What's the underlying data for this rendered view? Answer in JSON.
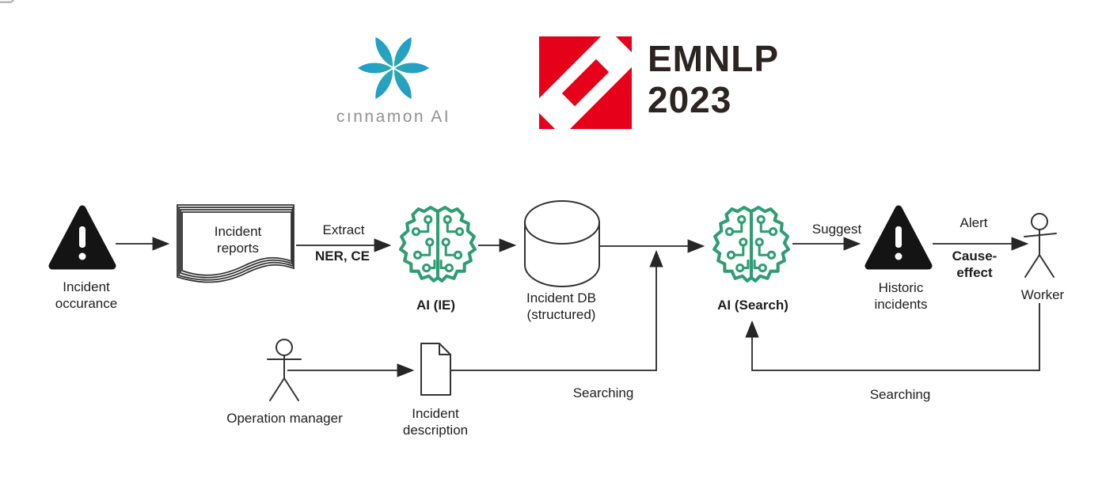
{
  "header": {
    "cinnamon": {
      "wordmark": "cınnamon AI",
      "logo_icon": "flower-logo-icon",
      "logo_color_top": "#219bd1",
      "logo_color_bottom": "#43c08c"
    },
    "emnlp": {
      "line1": "EMNLP",
      "line2": "2023",
      "logo_icon": "emnlp-logo-icon",
      "logo_color": "#e60019",
      "text_color": "#2b2422"
    }
  },
  "diagram": {
    "accent_green": "#2f9d74",
    "line_color": "#262626",
    "nodes": {
      "incident_occurance": {
        "label": "Incident occurance",
        "icon": "warning-triangle-icon"
      },
      "incident_reports": {
        "label": "Incident reports",
        "icon": "document-stack-icon"
      },
      "ai_ie": {
        "label": "AI (IE)",
        "icon": "ai-brain-icon"
      },
      "incident_db": {
        "label": "Incident DB (structured)",
        "icon": "database-icon"
      },
      "ai_search": {
        "label": "AI (Search)",
        "icon": "ai-brain-icon"
      },
      "historic_incidents": {
        "label": "Historic incidents",
        "icon": "warning-triangle-icon"
      },
      "worker": {
        "label": "Worker",
        "icon": "person-icon"
      },
      "operation_manager": {
        "label": "Operation manager",
        "icon": "person-icon"
      },
      "incident_description": {
        "label": "Incident description",
        "icon": "document-icon"
      }
    },
    "edges": {
      "extract": {
        "label": "Extract",
        "sublabel": "NER, CE"
      },
      "suggest": {
        "label": "Suggest"
      },
      "alert": {
        "label": "Alert",
        "sublabel": "Cause-effect"
      },
      "searching_1": {
        "label": "Searching"
      },
      "searching_2": {
        "label": "Searching"
      }
    }
  }
}
